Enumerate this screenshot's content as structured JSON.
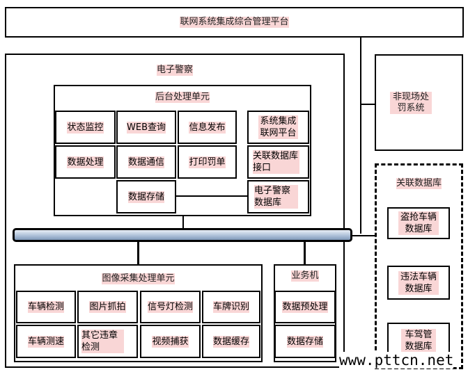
{
  "top": {
    "title": "联网系统集成综合管理平台"
  },
  "police": {
    "title": "电子警察",
    "backend": {
      "title": "后台处理单元",
      "cells": [
        "状态监控",
        "WEB查询",
        "信息发布",
        "系统集成联网平台",
        "数据处理",
        "数据通信",
        "打印罚单",
        "关联数据库接口",
        "数据存储",
        "电子警察数据库"
      ]
    },
    "image_unit": {
      "title": "图像采集处理单元",
      "cells": [
        "车辆检测",
        "图片抓拍",
        "信号灯检测",
        "车牌识别",
        "车辆测速",
        "其它违章检测",
        "视频捕获",
        "数据缓存"
      ]
    },
    "business": {
      "title": "业务机",
      "cells": [
        "数据预处理",
        "数据存储"
      ]
    }
  },
  "offsite": {
    "title": "非现场处罚系统"
  },
  "related_db": {
    "title": "关联数据库",
    "items": [
      "盗抢车辆数据库",
      "违法车辆数据库",
      "车驾管数据库"
    ]
  },
  "watermark": "www.pttcn.net"
}
